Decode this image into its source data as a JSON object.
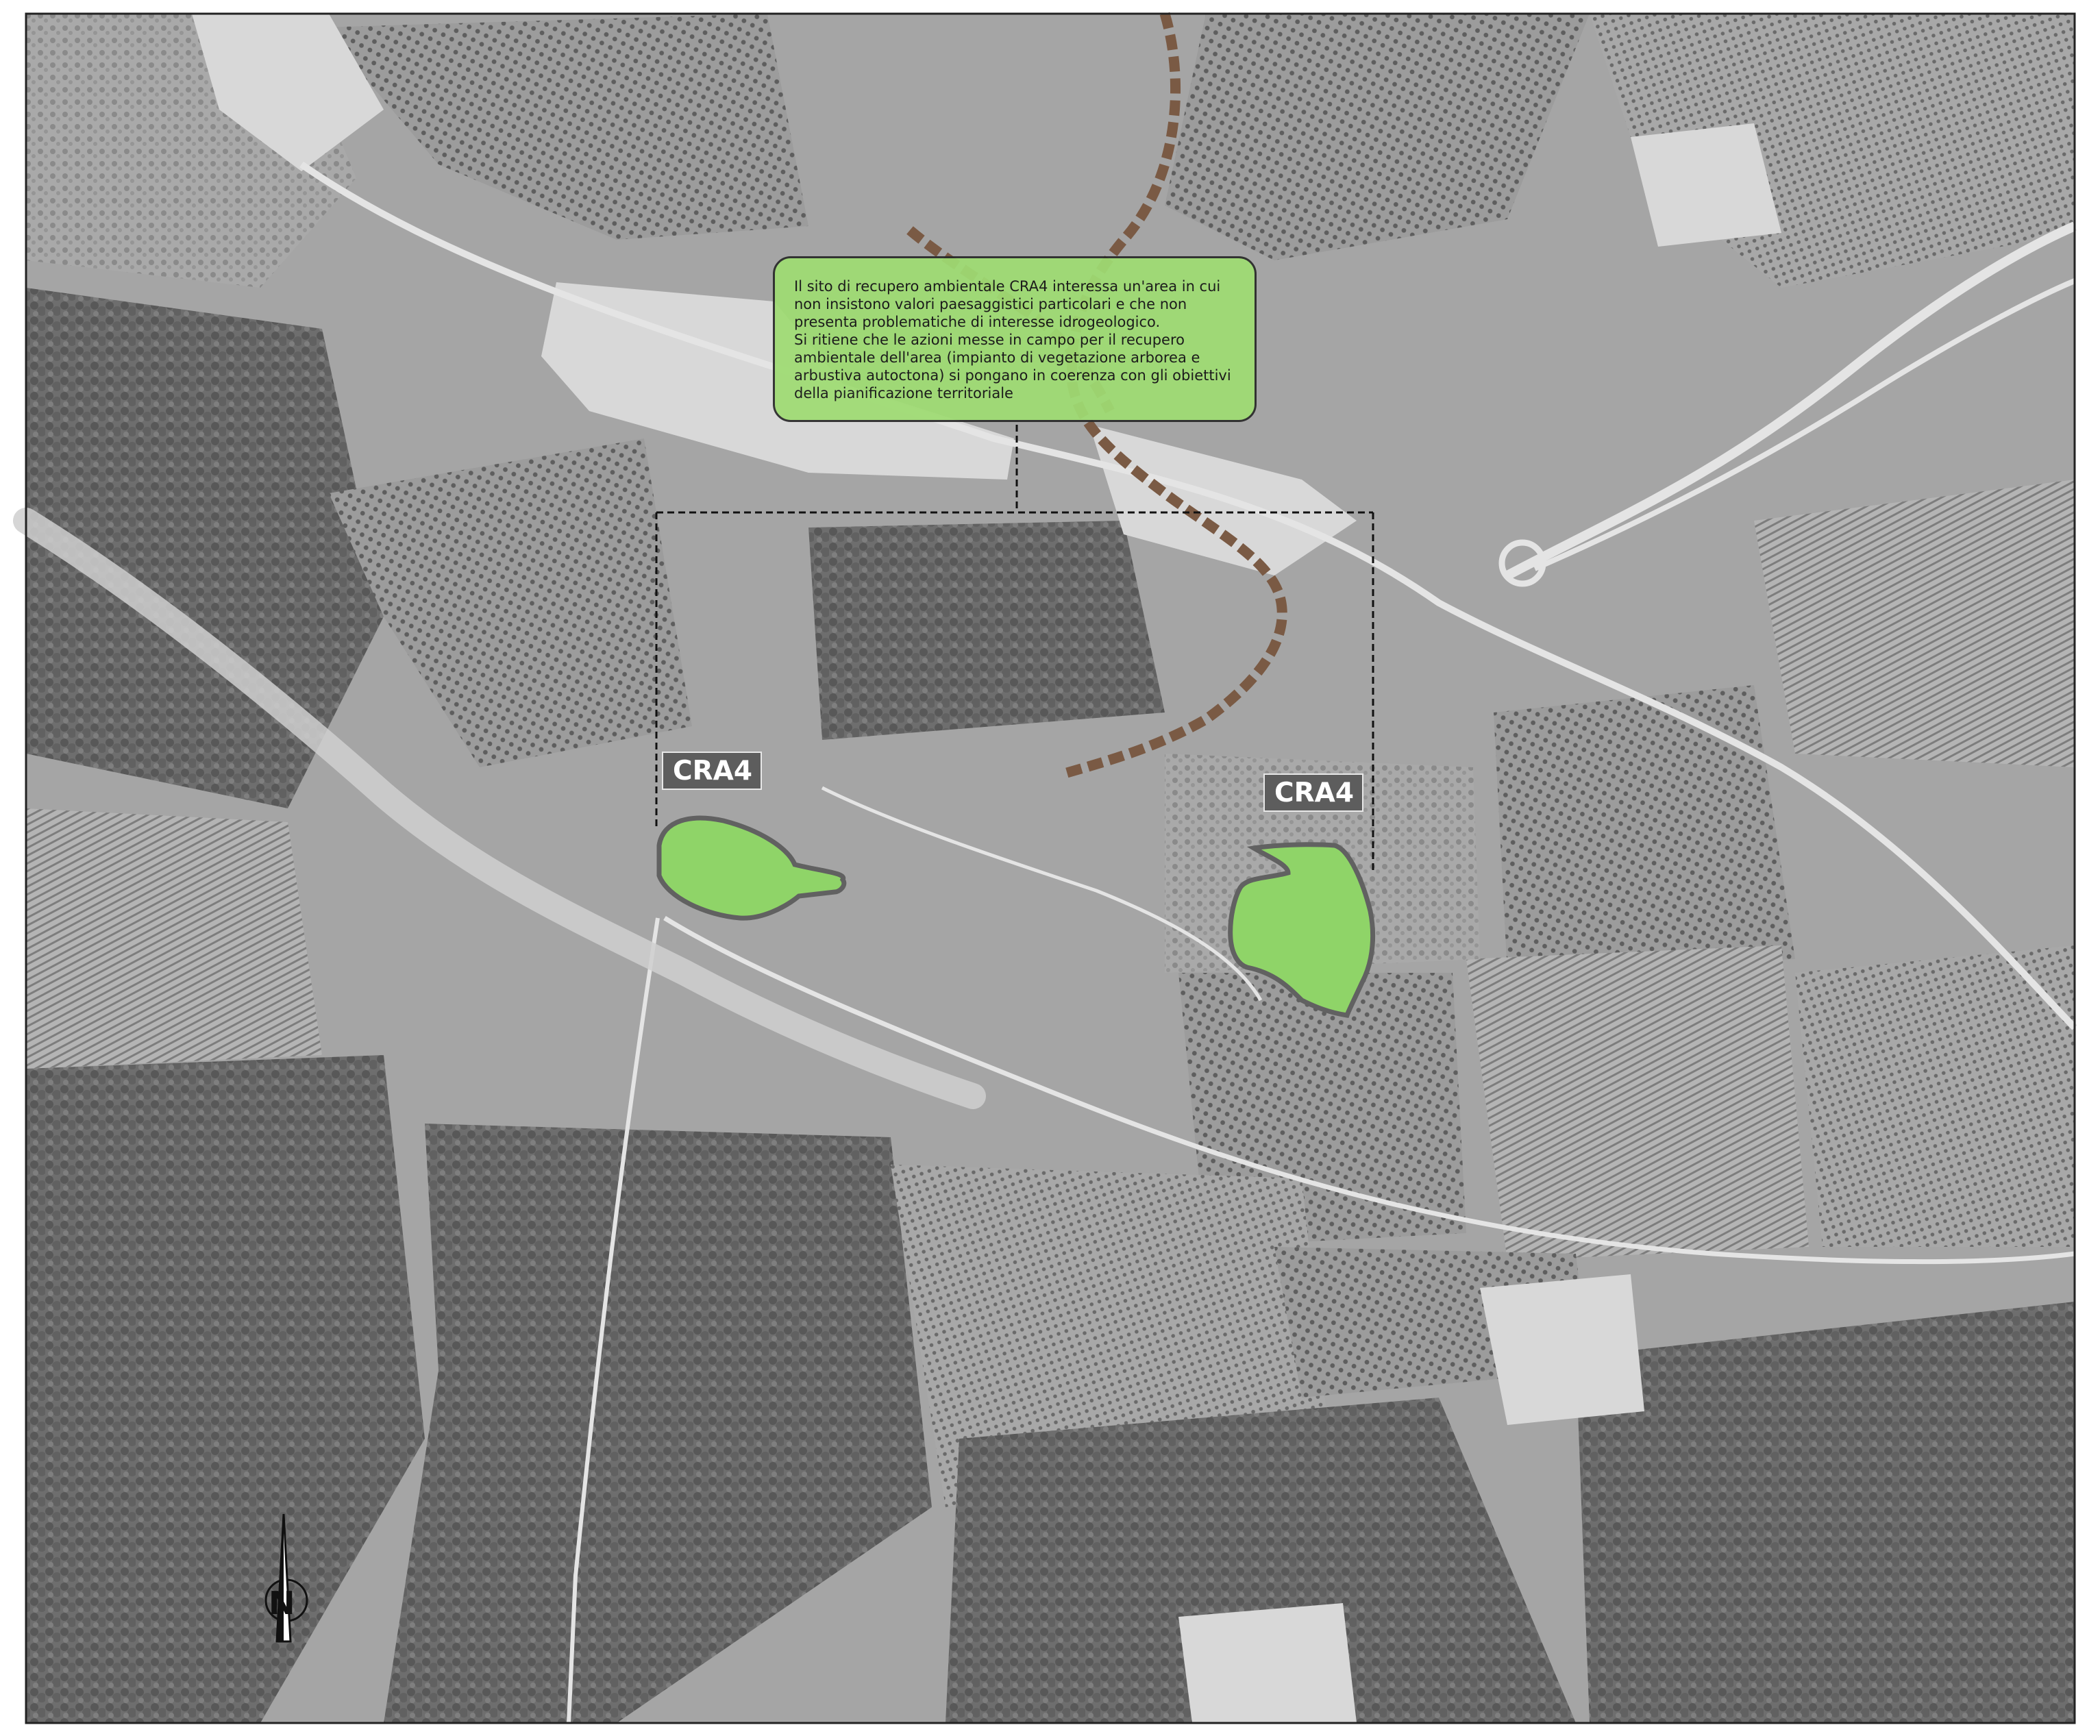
{
  "map": {
    "style": "grayscale aerial orthophoto",
    "colors": {
      "site_fill": "#8fd468",
      "site_stroke": "#616161",
      "callout_fill": "#9fdc73",
      "trail": "#7a5a44",
      "label_bg": "#5d5d5d"
    }
  },
  "callout": {
    "text": "Il sito di recupero ambientale CRA4 interessa un'area in cui\nnon insistono valori paesaggistici particolari e che non\npresenta problematiche di interesse idrogeologico.\nSi ritiene che le azioni messe in campo per il recupero\nambientale dell'area  (impianto di vegetazione arborea e\narbustiva autoctona) si pongano in coerenza con gli obiettivi\ndella pianificazione territoriale"
  },
  "sites": [
    {
      "label": "CRA4"
    },
    {
      "label": "CRA4"
    }
  ],
  "north_arrow": {
    "label": "N",
    "icon": "north-arrow-icon"
  }
}
